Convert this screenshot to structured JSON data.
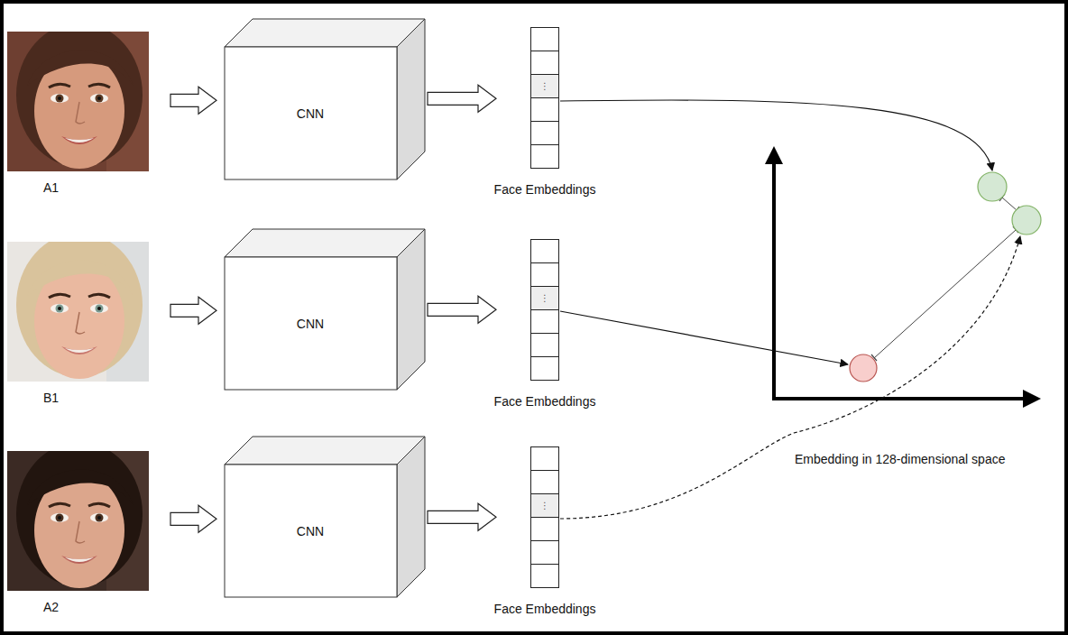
{
  "diagram": {
    "nodes": [
      {
        "text": [
          "A1"
        ]
      },
      {
        "text": [
          "CNN"
        ]
      },
      {
        "text": [
          "⋮",
          "Face Embeddings"
        ]
      },
      {
        "text": [
          "B1"
        ]
      },
      {
        "text": [
          "CNN"
        ]
      },
      {
        "text": [
          "⋮",
          "Face Embeddings"
        ]
      },
      {
        "text": [
          "A2"
        ]
      },
      {
        "text": [
          "CNN"
        ]
      },
      {
        "text": [
          "⋮",
          "Face Embeddings"
        ]
      }
    ],
    "edges": [
      {
        "from": 0,
        "to": 1,
        "arrow": "to"
      },
      {
        "from": 1,
        "to": 2,
        "arrow": "to"
      },
      {
        "from": 3,
        "to": 4,
        "arrow": "to"
      },
      {
        "from": 4,
        "to": 5,
        "arrow": "to"
      },
      {
        "from": 6,
        "to": 7,
        "arrow": "to"
      },
      {
        "from": 7,
        "to": 8,
        "arrow": "to"
      }
    ],
    "labels": [
      "Embedding in 128-dimensional space"
    ]
  }
}
